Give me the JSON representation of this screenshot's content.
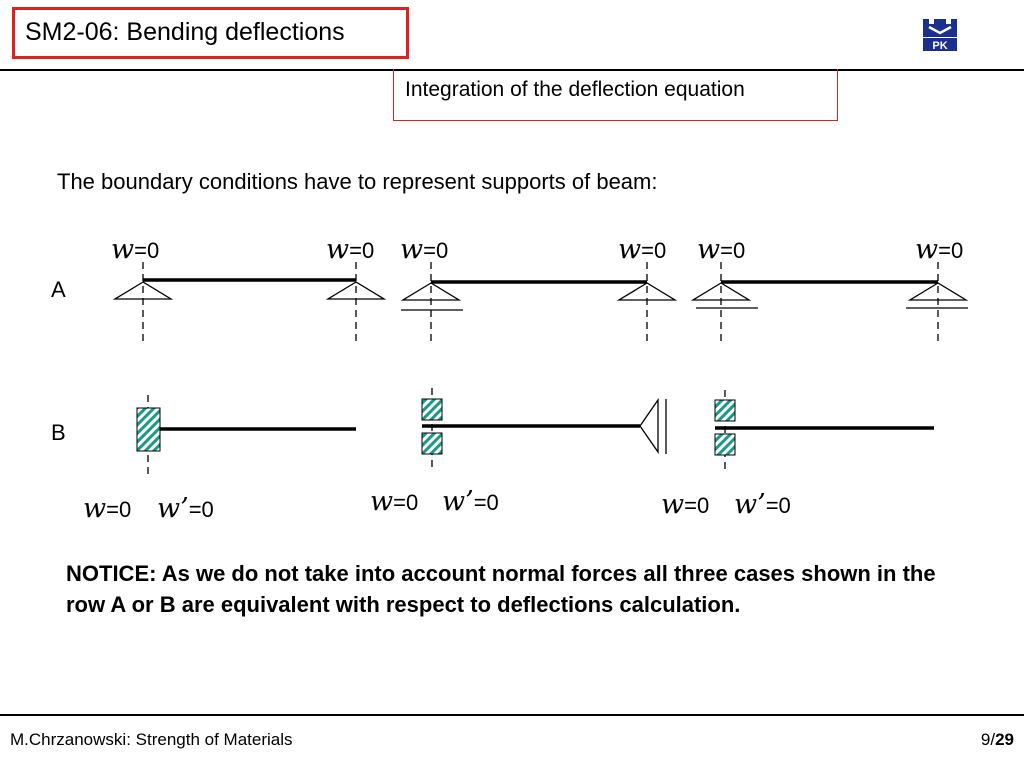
{
  "header": {
    "title": "SM2-06: Bending deflections",
    "logo_text": "PK"
  },
  "subtitle": "Integration of the deflection equation",
  "intro": "The boundary conditions have to represent supports of beam:",
  "row_a": {
    "label": "A",
    "conditions": [
      {
        "symbol": "w",
        "rest": "=0"
      },
      {
        "symbol": "w",
        "rest": "=0"
      },
      {
        "symbol": "w",
        "rest": "=0"
      },
      {
        "symbol": "w",
        "rest": "=0"
      },
      {
        "symbol": "w",
        "rest": "=0"
      },
      {
        "symbol": "w",
        "rest": "=0"
      }
    ]
  },
  "row_b": {
    "label": "B",
    "conditions": [
      {
        "symbol": "w",
        "rest": "=0"
      },
      {
        "symbol": "w’",
        "rest": "=0"
      },
      {
        "symbol": "w",
        "rest": "=0"
      },
      {
        "symbol": "w’",
        "rest": "=0"
      },
      {
        "symbol": "w",
        "rest": "=0"
      },
      {
        "symbol": "w’",
        "rest": "=0"
      }
    ]
  },
  "notice": "NOTICE: As we do not take into account normal forces all three cases shown in the row A or B are equivalent with respect to deflections calculation.",
  "footer": {
    "author": "M.Chrzanowski: Strength of Materials",
    "page": "9/",
    "total": "29"
  },
  "colors": {
    "frame_red": "#e02020",
    "hatch_green": "#1a9a86"
  }
}
